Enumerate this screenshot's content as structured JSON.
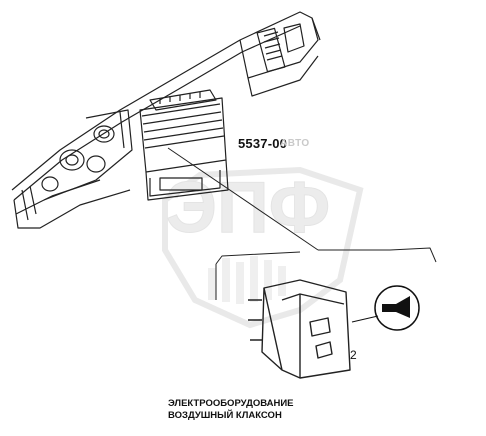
{
  "diagram": {
    "reference_code": "5537-00",
    "watermark_text": "ЭПФ",
    "watermark_small_text": "АВТО",
    "callout_number": "2",
    "caption_line1": "ЭЛЕКТРООБОРУДОВАНИЕ",
    "caption_line2": "ВОЗДУШНЫЙ КЛАКСОН",
    "icons": [
      "horn-icon"
    ]
  }
}
